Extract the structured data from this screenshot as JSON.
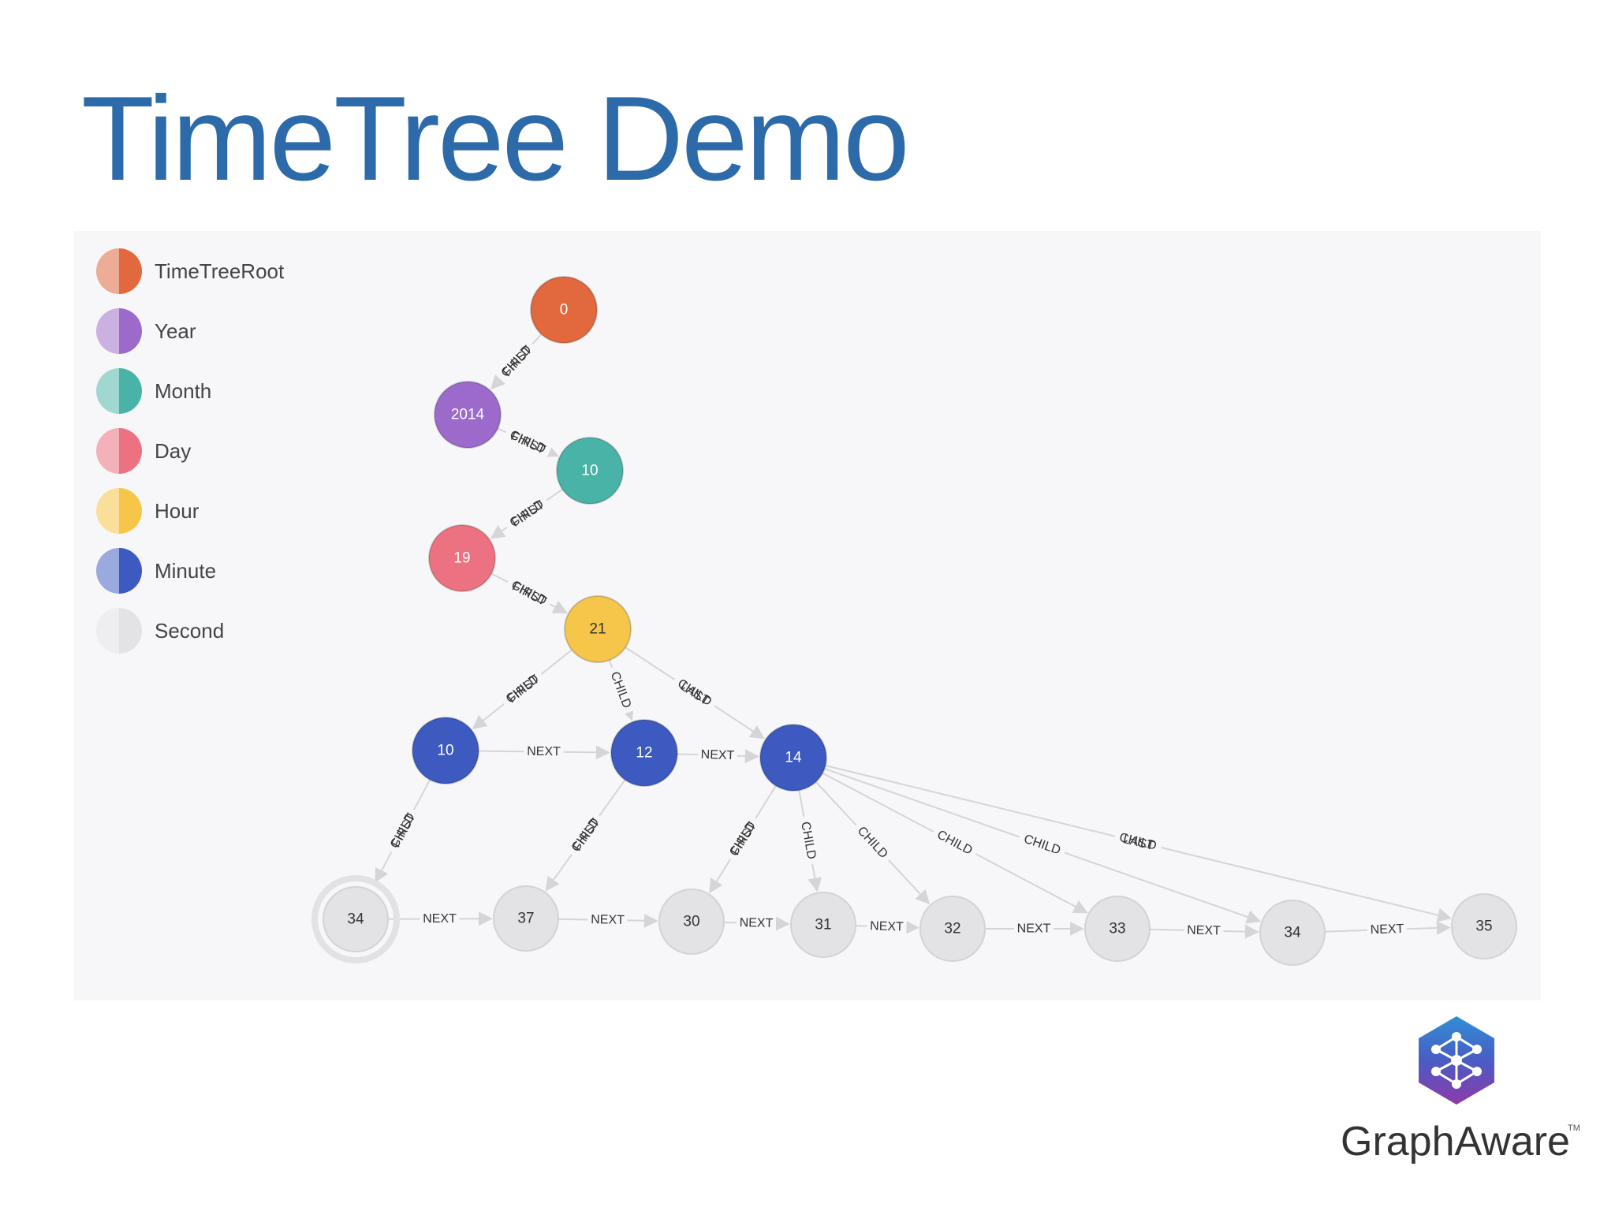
{
  "title": "TimeTree Demo",
  "legend": [
    {
      "label": "TimeTreeRoot",
      "color": "#e2683d",
      "light": "#ecac95"
    },
    {
      "label": "Year",
      "color": "#9b6acb",
      "light": "#cbb0e2"
    },
    {
      "label": "Month",
      "color": "#4ab3a8",
      "light": "#a0d8d1"
    },
    {
      "label": "Day",
      "color": "#ec7281",
      "light": "#f4b1ba"
    },
    {
      "label": "Hour",
      "color": "#f6c64b",
      "light": "#fadf9b"
    },
    {
      "label": "Minute",
      "color": "#3c5ac0",
      "light": "#9aaade"
    },
    {
      "label": "Second",
      "color": "#e3e3e6",
      "light": "#eeeef0"
    }
  ],
  "graph": {
    "nodes": [
      {
        "id": "root",
        "label": "0",
        "type": "TimeTreeRoot"
      },
      {
        "id": "year",
        "label": "2014",
        "type": "Year"
      },
      {
        "id": "month",
        "label": "10",
        "type": "Month"
      },
      {
        "id": "day",
        "label": "19",
        "type": "Day"
      },
      {
        "id": "hour",
        "label": "21",
        "type": "Hour"
      },
      {
        "id": "m10",
        "label": "10",
        "type": "Minute"
      },
      {
        "id": "m12",
        "label": "12",
        "type": "Minute"
      },
      {
        "id": "m14",
        "label": "14",
        "type": "Minute"
      },
      {
        "id": "s34a",
        "label": "34",
        "type": "Second",
        "selected": true
      },
      {
        "id": "s37",
        "label": "37",
        "type": "Second"
      },
      {
        "id": "s30",
        "label": "30",
        "type": "Second"
      },
      {
        "id": "s31",
        "label": "31",
        "type": "Second"
      },
      {
        "id": "s32",
        "label": "32",
        "type": "Second"
      },
      {
        "id": "s33",
        "label": "33",
        "type": "Second"
      },
      {
        "id": "s34b",
        "label": "34",
        "type": "Second"
      },
      {
        "id": "s35",
        "label": "35",
        "type": "Second"
      }
    ],
    "edges": [
      {
        "from": "root",
        "to": "year",
        "label": "CHILD",
        "overlay": "FIRST"
      },
      {
        "from": "year",
        "to": "month",
        "label": "CHILD",
        "overlay": "FIRST"
      },
      {
        "from": "month",
        "to": "day",
        "label": "CHILD",
        "overlay": "FIRST"
      },
      {
        "from": "day",
        "to": "hour",
        "label": "CHILD",
        "overlay": "FIRST"
      },
      {
        "from": "hour",
        "to": "m10",
        "label": "CHILD",
        "overlay": "FIRST"
      },
      {
        "from": "hour",
        "to": "m12",
        "label": "CHILD"
      },
      {
        "from": "hour",
        "to": "m14",
        "label": "CHILD",
        "overlay": "LAST"
      },
      {
        "from": "m10",
        "to": "m12",
        "label": "NEXT"
      },
      {
        "from": "m12",
        "to": "m14",
        "label": "NEXT"
      },
      {
        "from": "m10",
        "to": "s34a",
        "label": "CHILD",
        "overlay": "FIRST"
      },
      {
        "from": "m12",
        "to": "s37",
        "label": "CHILD",
        "overlay": "FIRST"
      },
      {
        "from": "m14",
        "to": "s30",
        "label": "CHILD",
        "overlay": "FIRST"
      },
      {
        "from": "m14",
        "to": "s31",
        "label": "CHILD"
      },
      {
        "from": "m14",
        "to": "s32",
        "label": "CHILD"
      },
      {
        "from": "m14",
        "to": "s33",
        "label": "CHILD"
      },
      {
        "from": "m14",
        "to": "s34b",
        "label": "CHILD"
      },
      {
        "from": "m14",
        "to": "s35",
        "label": "CHILD",
        "overlay": "LAST"
      },
      {
        "from": "s34a",
        "to": "s37",
        "label": "NEXT"
      },
      {
        "from": "s37",
        "to": "s30",
        "label": "NEXT"
      },
      {
        "from": "s30",
        "to": "s31",
        "label": "NEXT"
      },
      {
        "from": "s31",
        "to": "s32",
        "label": "NEXT"
      },
      {
        "from": "s32",
        "to": "s33",
        "label": "NEXT"
      },
      {
        "from": "s33",
        "to": "s34b",
        "label": "NEXT"
      },
      {
        "from": "s34b",
        "to": "s35",
        "label": "NEXT"
      }
    ]
  },
  "brand": {
    "name": "GraphAware",
    "trademark": "TM"
  }
}
